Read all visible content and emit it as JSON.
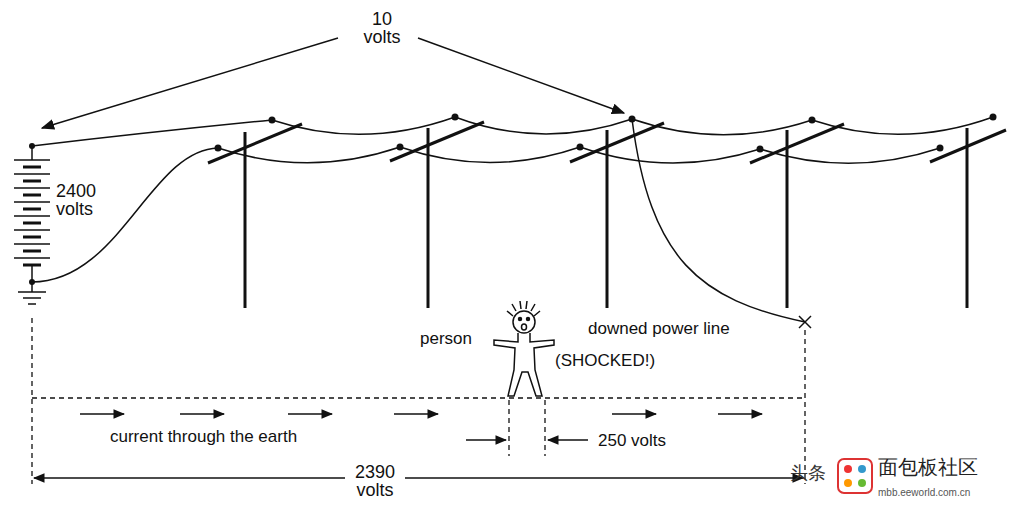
{
  "diagram": {
    "labels": [
      "10 volts",
      "2400 volts",
      "person",
      "(SHOCKED!)",
      "downed power line",
      "current through the earth",
      "250 volts",
      "2390 volts",
      "头条",
      "面包板社区",
      "mbb.eeworld.com.cn"
    ]
  }
}
